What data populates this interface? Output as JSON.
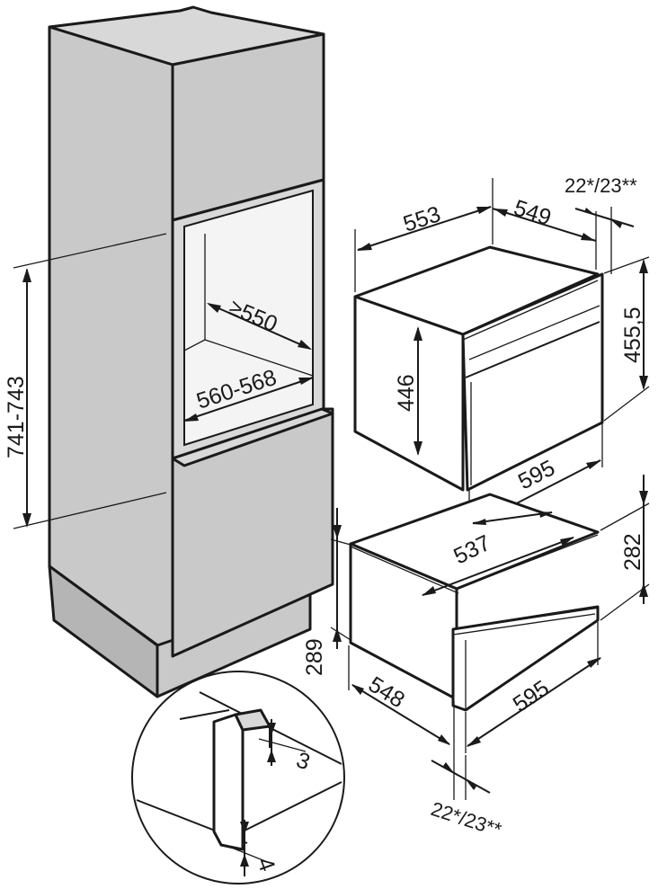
{
  "dimensions": {
    "niche_height": "741-743",
    "niche_depth": "≥550",
    "niche_width": "560-568",
    "oven_depth_total": "553",
    "oven_depth_body": "549",
    "front_thickness_top": "22*/23**",
    "oven_front_height": "455,5",
    "oven_body_height": "446",
    "oven_width": "595",
    "drawer_width_inner": "537",
    "drawer_front_height": "282",
    "drawer_total_height": "289",
    "drawer_depth": "548",
    "drawer_width": "595",
    "front_thickness_bottom": "22*/23**",
    "detail_gap": "3",
    "detail_offset": "4"
  }
}
